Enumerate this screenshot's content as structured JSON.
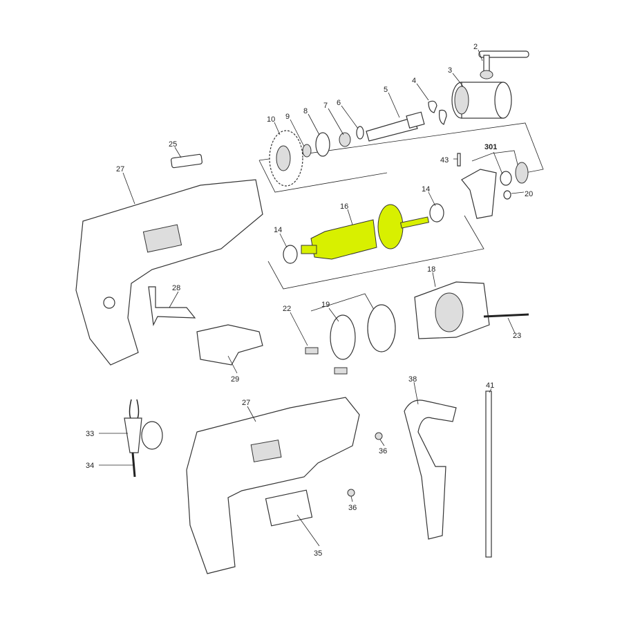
{
  "diagram": {
    "highlight_color": "#d8f000",
    "highlighted_part": "16",
    "labels": {
      "p2": "2",
      "p3": "3",
      "p4": "4",
      "p5": "5",
      "p6": "6",
      "p7": "7",
      "p8": "8",
      "p9": "9",
      "p10": "10",
      "p25": "25",
      "p27a": "27",
      "p301": "301",
      "p43": "43",
      "p14a": "14",
      "p20": "20",
      "p16": "16",
      "p14b": "14",
      "p18": "18",
      "p22": "22",
      "p19": "19",
      "p28": "28",
      "p23": "23",
      "p29": "29",
      "p38": "38",
      "p41": "41",
      "p27b": "27",
      "p33": "33",
      "p34": "34",
      "p36a": "36",
      "p36b": "36",
      "p35": "35"
    }
  }
}
